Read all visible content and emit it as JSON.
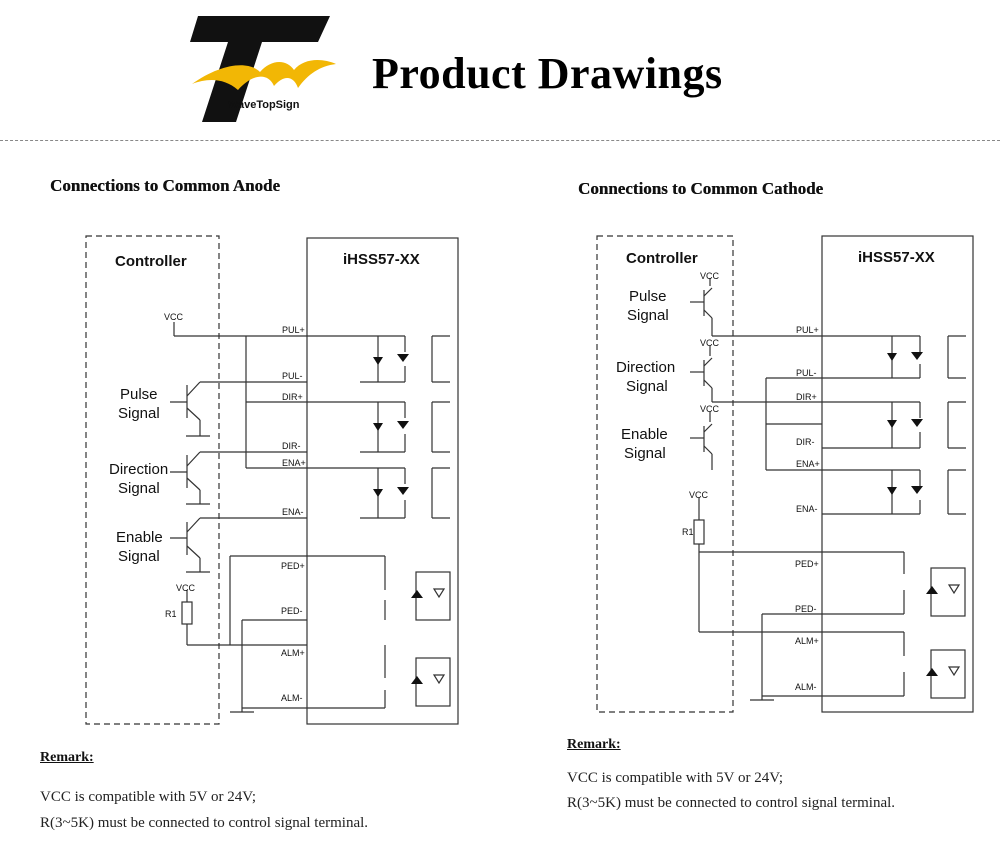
{
  "header": {
    "brand": "WaveTopSign",
    "title": "Product Drawings"
  },
  "colors": {
    "logo_black": "#111111",
    "logo_gold": "#f2b705",
    "line": "#333333",
    "dash": "#888888"
  },
  "left": {
    "title": "Connections to Common Anode",
    "controller": "Controller",
    "device": "iHSS57-XX",
    "vcc": "VCC",
    "r1": "R1",
    "signals": {
      "pulse": [
        "Pulse",
        "Signal"
      ],
      "direction": [
        "Direction",
        "Signal"
      ],
      "enable": [
        "Enable",
        "Signal"
      ]
    },
    "terminals": {
      "pul_p": "PUL+",
      "pul_m": "PUL-",
      "dir_p": "DIR+",
      "dir_m": "DIR-",
      "ena_p": "ENA+",
      "ena_m": "ENA-",
      "ped_p": "PED+",
      "ped_m": "PED-",
      "alm_p": "ALM+",
      "alm_m": "ALM-"
    },
    "remark": {
      "title": "Remark:",
      "lines": [
        "VCC is compatible with 5V or 24V;",
        "R(3~5K) must be connected to control signal terminal."
      ]
    }
  },
  "right": {
    "title": "Connections to Common Cathode",
    "controller": "Controller",
    "device": "iHSS57-XX",
    "vcc": "VCC",
    "r1": "R1",
    "signals": {
      "pulse": [
        "Pulse",
        "Signal"
      ],
      "direction": [
        "Direction",
        "Signal"
      ],
      "enable": [
        "Enable",
        "Signal"
      ]
    },
    "terminals": {
      "pul_p": "PUL+",
      "pul_m": "PUL-",
      "dir_p": "DIR+",
      "dir_m": "DIR-",
      "ena_p": "ENA+",
      "ena_m": "ENA-",
      "ped_p": "PED+",
      "ped_m": "PED-",
      "alm_p": "ALM+",
      "alm_m": "ALM-"
    },
    "remark": {
      "title": "Remark:",
      "lines": [
        "VCC is compatible with 5V or 24V;",
        "R(3~5K) must be connected to control signal terminal."
      ]
    }
  }
}
